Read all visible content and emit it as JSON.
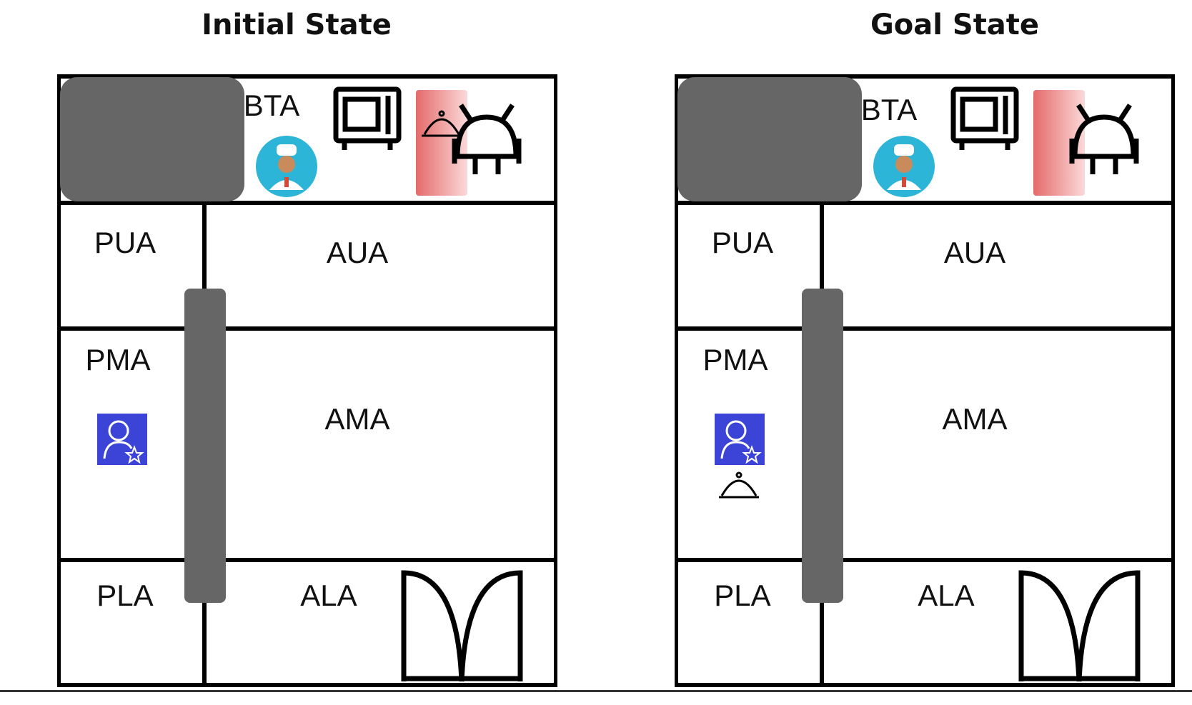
{
  "initial": {
    "title": "Initial State",
    "areas": {
      "bta": "BTA",
      "pua": "PUA",
      "aua": "AUA",
      "pma": "PMA",
      "ama": "AMA",
      "pla": "PLA",
      "ala": "ALA"
    },
    "food_location": "counter"
  },
  "goal": {
    "title": "Goal State",
    "areas": {
      "bta": "BTA",
      "pua": "PUA",
      "aua": "AUA",
      "pma": "PMA",
      "ama": "AMA",
      "pla": "PLA",
      "ala": "ALA"
    },
    "food_location": "PMA"
  },
  "colors": {
    "wall": "#000000",
    "obstacle": "#666666",
    "counter": "#ef8a8a",
    "chef_badge": "#2cb5d6",
    "customer_badge": "#3b44d6"
  },
  "icons": [
    "chef-icon",
    "microwave-icon",
    "food-cloche-icon",
    "robot-icon",
    "customer-icon",
    "double-door-icon"
  ]
}
